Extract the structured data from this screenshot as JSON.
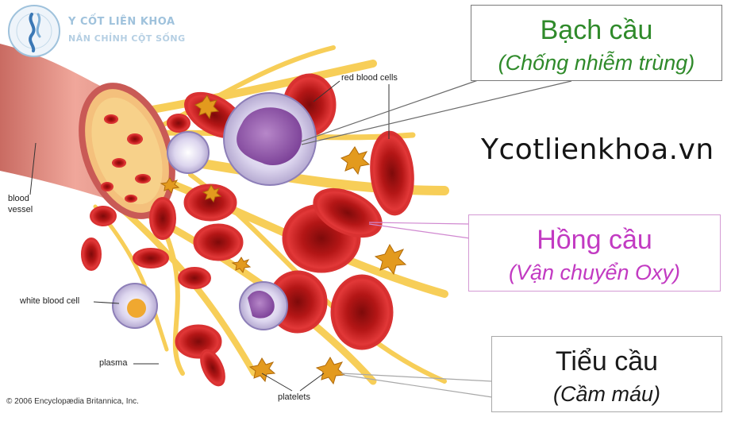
{
  "logo": {
    "title": "Y CỐT LIÊN KHOA",
    "subtitle": "NẮN CHỈNH CỘT SỐNG"
  },
  "boxes": {
    "white": {
      "title": "Bạch cầu",
      "subtitle": "(Chống nhiễm trùng)"
    },
    "red": {
      "title": "Hồng cầu",
      "subtitle": "(Vận chuyển Oxy)"
    },
    "platelet": {
      "title": "Tiểu cầu",
      "subtitle": "(Cầm máu)"
    }
  },
  "website": "Ycotlienkhoa.vn",
  "labels": {
    "red_blood_cells": "red blood cells",
    "blood": "blood",
    "vessel": "vessel",
    "white_blood_cell": "white blood cell",
    "plasma": "plasma",
    "platelets": "platelets"
  },
  "copyright": "© 2006 Encyclopædia Britannica, Inc.",
  "colors": {
    "wbc_text": "#2f8a2a",
    "rbc_text": "#c23ac2",
    "plt_text": "#1a1a1a",
    "rbc_fill": "#cc1c1c",
    "plasma": "#f6c63c"
  }
}
